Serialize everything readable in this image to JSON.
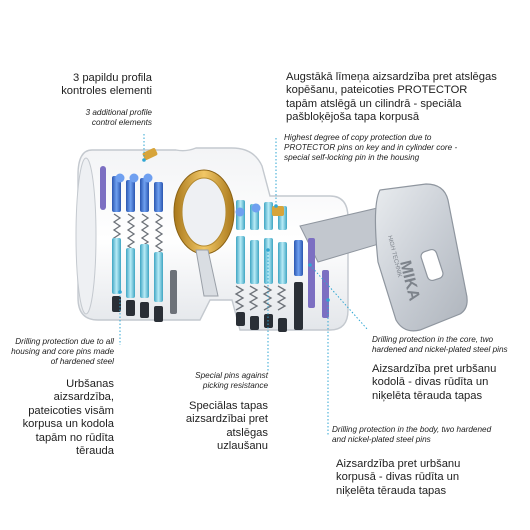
{
  "labels": {
    "profile_lv": "3 papildu profila kontroles elementi",
    "profile_en": "3 additional profile control elements",
    "copy_lv": "Augstākā līmeņa aizsardzība pret atslēgas kopēšanu, pateicoties PROTECTOR tapām atslēgā un cilindrā - speciāla pašbloķējoša tapa korpusā",
    "copy_en": "Highest degree of copy protection due to PROTECTOR pins on key and in cylinder core - special self-locking pin in the housing",
    "drill_all_en": "Drilling protection due to all housing and core pins made of hardened steel",
    "drill_all_lv": "Urbšanas aizsardzība, pateicoties visām korpusa un kodola tapām no rūdīta tērauda",
    "special_en": "Special pins against picking resistance",
    "special_lv": "Speciālas tapas aizsardzībai pret atslēgas uzlaušanu",
    "core_en": "Drilling protection in the core, two hardened and nickel-plated steel pins",
    "core_lv": "Aizsardzība pret urbšanu kodolā - divas rūdīta un niķelēta tērauda tapas",
    "body_en": "Drilling protection in the body, two hardened and nickel-plated steel pins",
    "body_lv": "Aizsardzība pret urbšanu korpusā - divas rūdīta un niķelēta tērauda tapas"
  },
  "key_text": {
    "brand": "MIKA",
    "sub": "HIGH TECHNIK"
  },
  "colors": {
    "leader": "#2fa6d3",
    "brass": "#d7a43a",
    "blue_pin": "#3c6fd0",
    "cyan_pin": "#77d2e6",
    "spring": "#6d7279",
    "dark_pin": "#2a2f36",
    "purple_pin": "#7c6fc2",
    "key_metal": "#c7ccd3"
  }
}
